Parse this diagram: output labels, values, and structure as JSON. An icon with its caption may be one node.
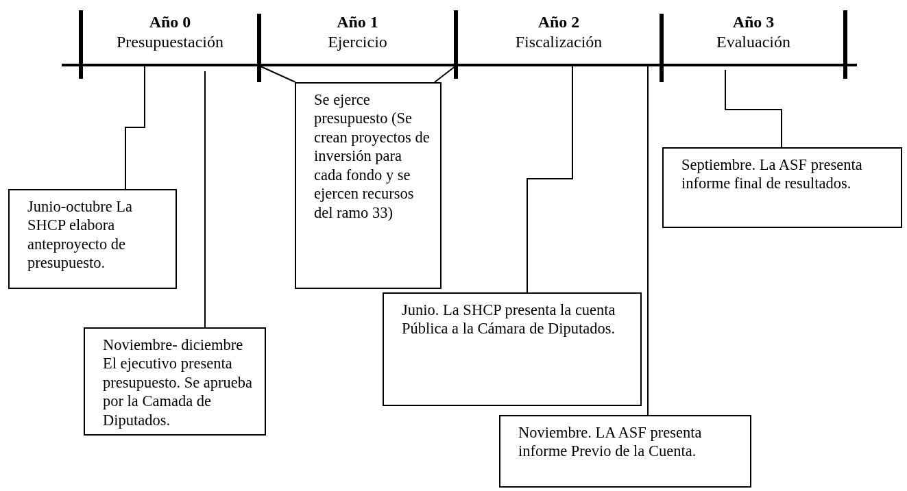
{
  "diagram": {
    "nodes": [
      {
        "text": [
          "Junio-octubre La SHCP elabora anteproyecto de presupuesto."
        ]
      },
      {
        "text": [
          "Se ejerce presupuesto (Se crean proyectos de inversión para cada fondo y se ejercen recursos del ramo 33)"
        ]
      },
      {
        "text": [
          "Septiembre. La ASF presenta informe final de resultados."
        ]
      },
      {
        "text": [
          "Noviembre- diciembre El ejecutivo presenta presupuesto. Se aprueba por la Camada de Diputados."
        ]
      },
      {
        "text": [
          "Junio. La SHCP presenta la cuenta Pública a la Cámara de Diputados."
        ]
      },
      {
        "text": [
          "Noviembre. LA ASF presenta informe Previo de la Cuenta."
        ]
      }
    ],
    "edges": [
      {
        "from": 0,
        "to": null,
        "arrow": "none"
      },
      {
        "from": 3,
        "to": null,
        "arrow": "none"
      },
      {
        "from": 1,
        "to": null,
        "arrow": "none"
      },
      {
        "from": 1,
        "to": null,
        "arrow": "none"
      },
      {
        "from": 4,
        "to": null,
        "arrow": "none"
      },
      {
        "from": 5,
        "to": null,
        "arrow": "none"
      },
      {
        "from": 2,
        "to": null,
        "arrow": "none"
      }
    ],
    "labels": [
      "Año 0",
      "Presupuestación",
      "Año 1",
      "Ejercicio",
      "Año 2",
      "Fiscalización",
      "Año 3",
      "Evaluación"
    ]
  }
}
